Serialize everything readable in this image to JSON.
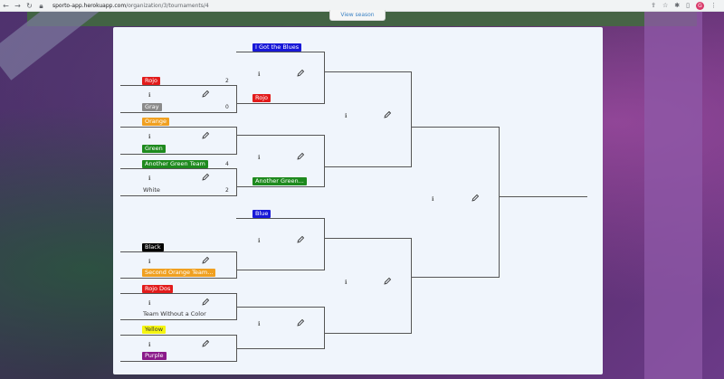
{
  "browser": {
    "url_host": "sporto-app.herokuapp.com",
    "url_path": "/organization/3/tournaments/4",
    "avatar_letter": "G"
  },
  "header": {
    "view_season_label": "View season"
  },
  "colors": {
    "red": "#e21b1b",
    "gray": "#8a8a8a",
    "orange": "#f0a020",
    "green": "#1e8a1e",
    "blue": "#1818d8",
    "black": "#000000",
    "yellow": "#f5f510",
    "purple": "#8a1a8a"
  },
  "round1": [
    {
      "top": "Rojo",
      "top_score": "2",
      "bottom": "Gray",
      "bottom_score": "0"
    },
    {
      "top": "Orange",
      "top_score": "",
      "bottom": "Green",
      "bottom_score": ""
    },
    {
      "top": "Another Green Team",
      "top_score": "4",
      "bottom": "White",
      "bottom_score": "2"
    },
    {
      "top": "Black",
      "top_score": "",
      "bottom": "Second Orange Team...",
      "bottom_score": ""
    },
    {
      "top": "Rojo Dos",
      "top_score": "",
      "bottom": "Team Without a Color",
      "bottom_score": ""
    },
    {
      "top": "Yellow",
      "top_score": "",
      "bottom": "Purple",
      "bottom_score": ""
    }
  ],
  "round2": [
    {
      "top": "I Got the Blues",
      "bottom": "Rojo"
    },
    {
      "top": "",
      "bottom": "Another Green..."
    },
    {
      "top": "Blue",
      "bottom": ""
    },
    {
      "top": "",
      "bottom": ""
    }
  ],
  "icons": {
    "info": "ℹ",
    "edit": "pencil-icon"
  }
}
